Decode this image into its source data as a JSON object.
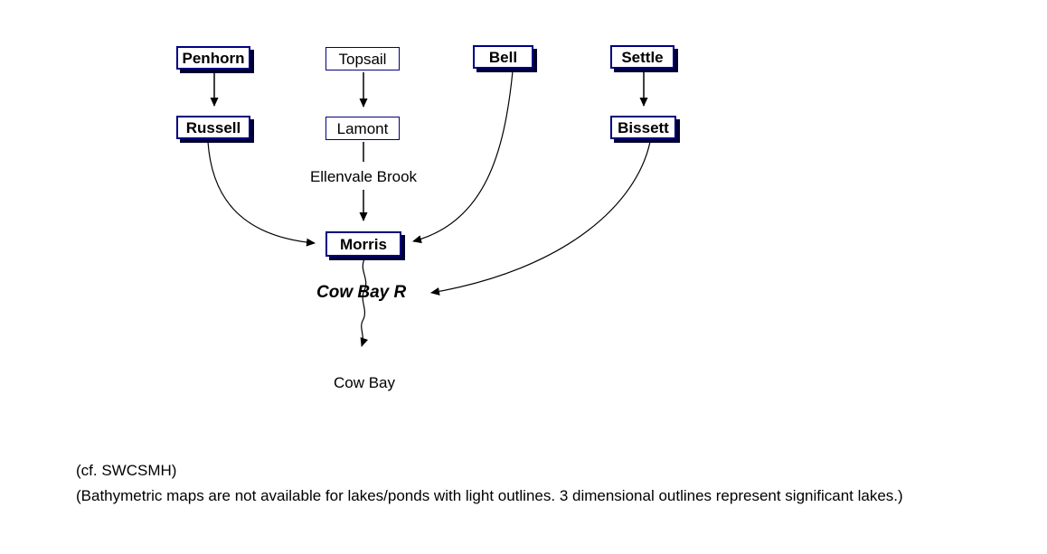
{
  "diagram": {
    "nodes": {
      "penhorn": {
        "label": "Penhorn",
        "type": "significant-lake"
      },
      "topsail": {
        "label": "Topsail",
        "type": "light-outline"
      },
      "bell": {
        "label": "Bell",
        "type": "significant-lake"
      },
      "settle": {
        "label": "Settle",
        "type": "significant-lake"
      },
      "russell": {
        "label": "Russell",
        "type": "significant-lake"
      },
      "lamont": {
        "label": "Lamont",
        "type": "light-outline"
      },
      "bissett": {
        "label": "Bissett",
        "type": "significant-lake"
      },
      "morris": {
        "label": "Morris",
        "type": "significant-lake"
      }
    },
    "labels": {
      "ellenvale_brook": "Ellenvale Brook",
      "cow_bay_r": "Cow Bay R",
      "cow_bay": "Cow Bay"
    },
    "footnotes": {
      "line1": "(cf. SWCSMH)",
      "line2": "(Bathymetric maps are not available for lakes/ponds with light outlines. 3 dimensional outlines represent significant lakes.)"
    },
    "colors": {
      "box_border": "#000080",
      "box_shadow": "#000030",
      "connector": "#000000"
    }
  }
}
